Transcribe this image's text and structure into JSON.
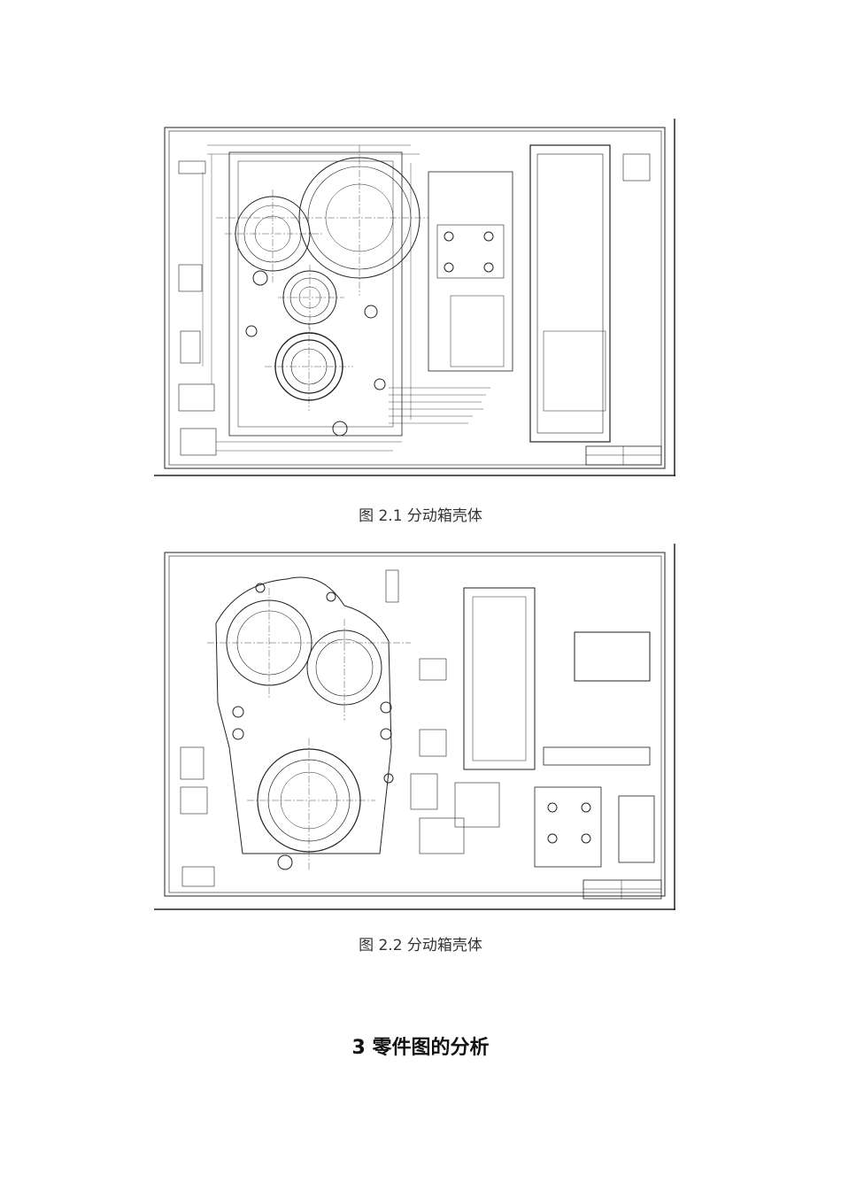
{
  "figures": [
    {
      "caption": "图 2.1 分动箱壳体"
    },
    {
      "caption": "图 2.2 分动箱壳体"
    }
  ],
  "section": {
    "heading": "3 零件图的分析"
  }
}
